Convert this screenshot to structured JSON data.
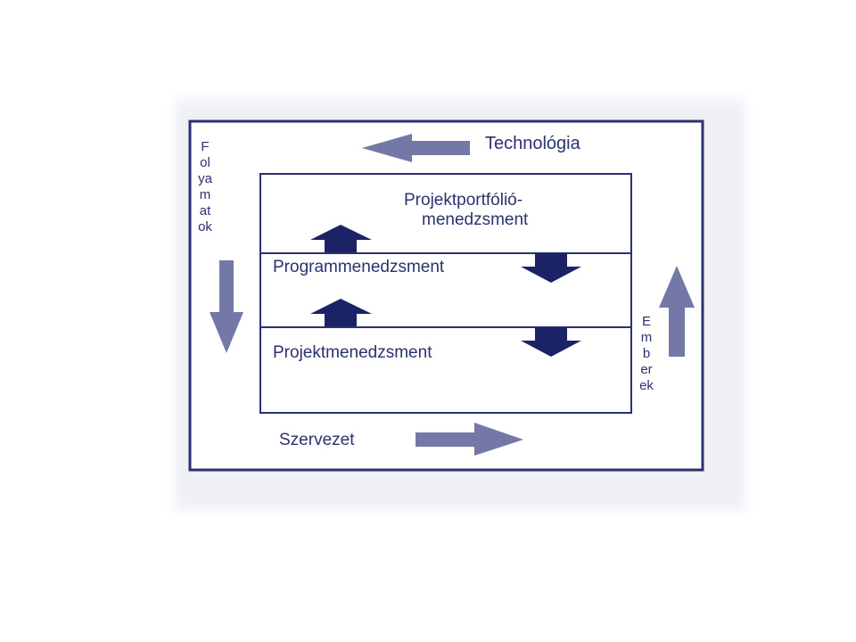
{
  "diagram": {
    "outer_labels": {
      "top": "Technológia",
      "bottom": "Szervezet",
      "left": "Folyamatok",
      "right": "Emberek"
    },
    "layers": {
      "top": {
        "line1": "Projektportfólió-",
        "line2": "menedzsment"
      },
      "middle": "Programmenedzsment",
      "bottom": "Projektmenedzsment"
    },
    "colors": {
      "border": "#2b3270",
      "text": "#2b3270",
      "outer_arrow": "#7478a6",
      "inner_arrow": "#1b2266",
      "glow": "#eef0f6"
    },
    "icons": {
      "outer_flow": "block-arrow",
      "layer_flow": "block-arrow"
    }
  }
}
